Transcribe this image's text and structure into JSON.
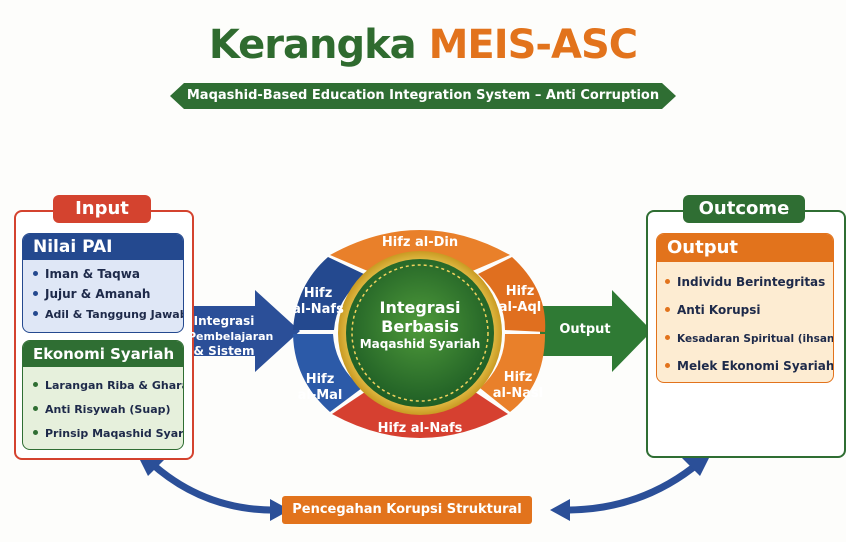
{
  "title": {
    "part1": "Kerangka",
    "part2": "MEIS-ASC"
  },
  "subtitle": "Maqashid-Based Education Integration System – Anti Corruption",
  "input": {
    "tab": "Input",
    "nilai_pai": {
      "heading": "Nilai PAI",
      "items": [
        "Iman & Taqwa",
        "Jujur & Amanah",
        "Adil & Tanggung Jawab"
      ]
    },
    "ekonomi": {
      "heading": "Ekonomi Syariah",
      "items": [
        "Larangan Riba & Gharar",
        "Anti Risywah (Suap)",
        "Prinsip Maqashid Syariah"
      ]
    }
  },
  "left_arrow": {
    "lines": [
      "Integrasi",
      "Pembelajaran",
      "& Sistem"
    ]
  },
  "center": {
    "lines": [
      "Integrasi",
      "Berbasis",
      "Maqashid Syariah"
    ],
    "segments": {
      "top": "Hifz al-Din",
      "upper_right": [
        "Hifz",
        "al-Aql"
      ],
      "lower_right": [
        "Hifz",
        "al-Nasl"
      ],
      "bottom": "Hifz al-Nafs",
      "lower_left": [
        "Hifz",
        "al-Mal"
      ],
      "upper_left": [
        "Hifz",
        "al-Nafs"
      ]
    }
  },
  "right_arrow": {
    "label": "Output"
  },
  "outcome": {
    "tab": "Outcome",
    "output": {
      "heading": "Output",
      "items": [
        "Individu Berintegritas",
        "Anti Korupsi",
        "Kesadaran Spiritual (ihsan)",
        "Melek Ekonomi Syariah"
      ]
    }
  },
  "bottom_label": "Pencegahan Korupsi Struktural",
  "colors": {
    "green": "#2f6e33",
    "orange": "#e2731c",
    "red": "#d4432f",
    "blue": "#24498f",
    "teal_blue": "#2c5da8"
  }
}
